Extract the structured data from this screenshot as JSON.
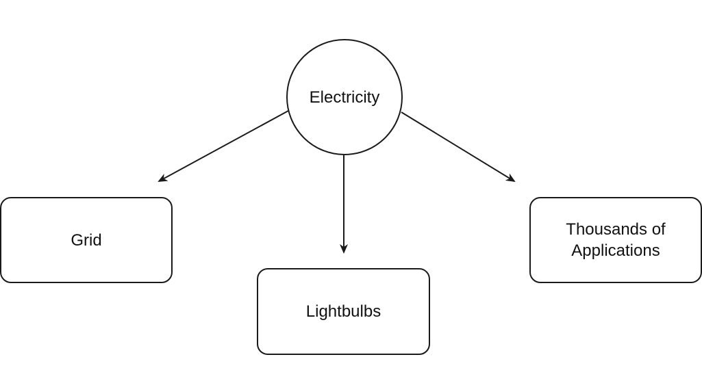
{
  "diagram": {
    "central": {
      "label": "Electricity"
    },
    "nodes": [
      {
        "id": "grid",
        "label": "Grid"
      },
      {
        "id": "lightbulbs",
        "label": "Lightbulbs"
      },
      {
        "id": "applications",
        "label_lines": [
          "Thousands of",
          "Applications"
        ]
      }
    ],
    "edges": [
      {
        "from": "Electricity",
        "to": "Grid"
      },
      {
        "from": "Electricity",
        "to": "Lightbulbs"
      },
      {
        "from": "Electricity",
        "to": "Thousands of Applications"
      }
    ],
    "colors": {
      "stroke": "#1a1a1a",
      "background": "#ffffff",
      "text": "#111111"
    }
  }
}
